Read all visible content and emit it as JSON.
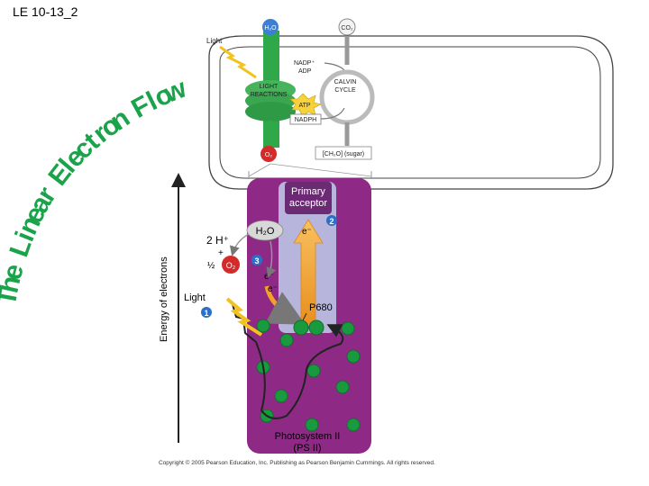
{
  "slide": {
    "title": "LE 10-13_2",
    "copyright": "Copyright © 2005 Pearson Education, Inc. Publishing as Pearson Benjamin Cummings. All rights reserved."
  },
  "side_title": [
    "T",
    "h",
    "e",
    " ",
    "L",
    "i",
    "n",
    "e",
    "a",
    "r",
    " ",
    "E",
    "l",
    "e",
    "c",
    "t",
    "r",
    "o",
    "n",
    " ",
    "F",
    "l",
    "o",
    "w"
  ],
  "overview": {
    "h2o": "H₂O",
    "co2": "CO₂",
    "light": "Light",
    "nadp": "NADP⁺",
    "adp": "ADP",
    "light_reactions": [
      "LIGHT",
      "REACTIONS"
    ],
    "calvin_cycle": [
      "CALVIN",
      "CYCLE"
    ],
    "atp": "ATP",
    "nadph": "NADPH",
    "o2": "O₂",
    "sugar": "[CH₂O] (sugar)"
  },
  "detail": {
    "axis_label": "Energy of electrons",
    "primary_acceptor": [
      "Primary",
      "acceptor"
    ],
    "h2o": "H₂O",
    "e_minus": "e⁻",
    "two_h_plus": "2 H⁺",
    "plus": "+",
    "half": "½",
    "o2": "O₂",
    "light": "Light",
    "p680": "P680",
    "photosystem": [
      "Photosystem II",
      "(PS II)"
    ],
    "steps": [
      "1",
      "2",
      "3"
    ]
  },
  "colors": {
    "photosystem_fill": "#8e2a86",
    "core_fill": "#b7b5dc",
    "arrow_orange": "#f2a22a",
    "chlorophyll_green": "#1a9a3e",
    "step_blue": "#2a6fc9",
    "o2_red": "#d42a2a",
    "title_green": "#1aa34a"
  }
}
